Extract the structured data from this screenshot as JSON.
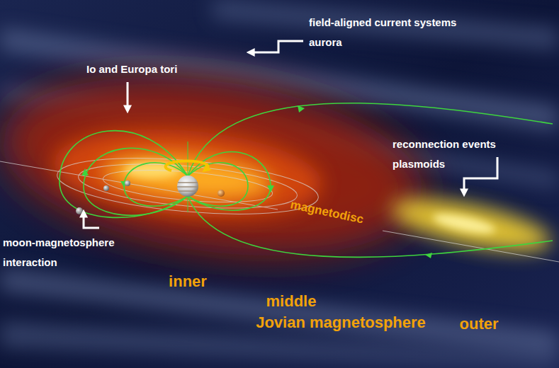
{
  "diagram": {
    "labels": [
      "field-aligned current systems aurora",
      "Io and Europa tori",
      "reconnection events plasmoids",
      "moon-magnetosphere interaction",
      "magnetodisc",
      "inner",
      "middle",
      "Jovian magnetosphere",
      "outer"
    ]
  }
}
